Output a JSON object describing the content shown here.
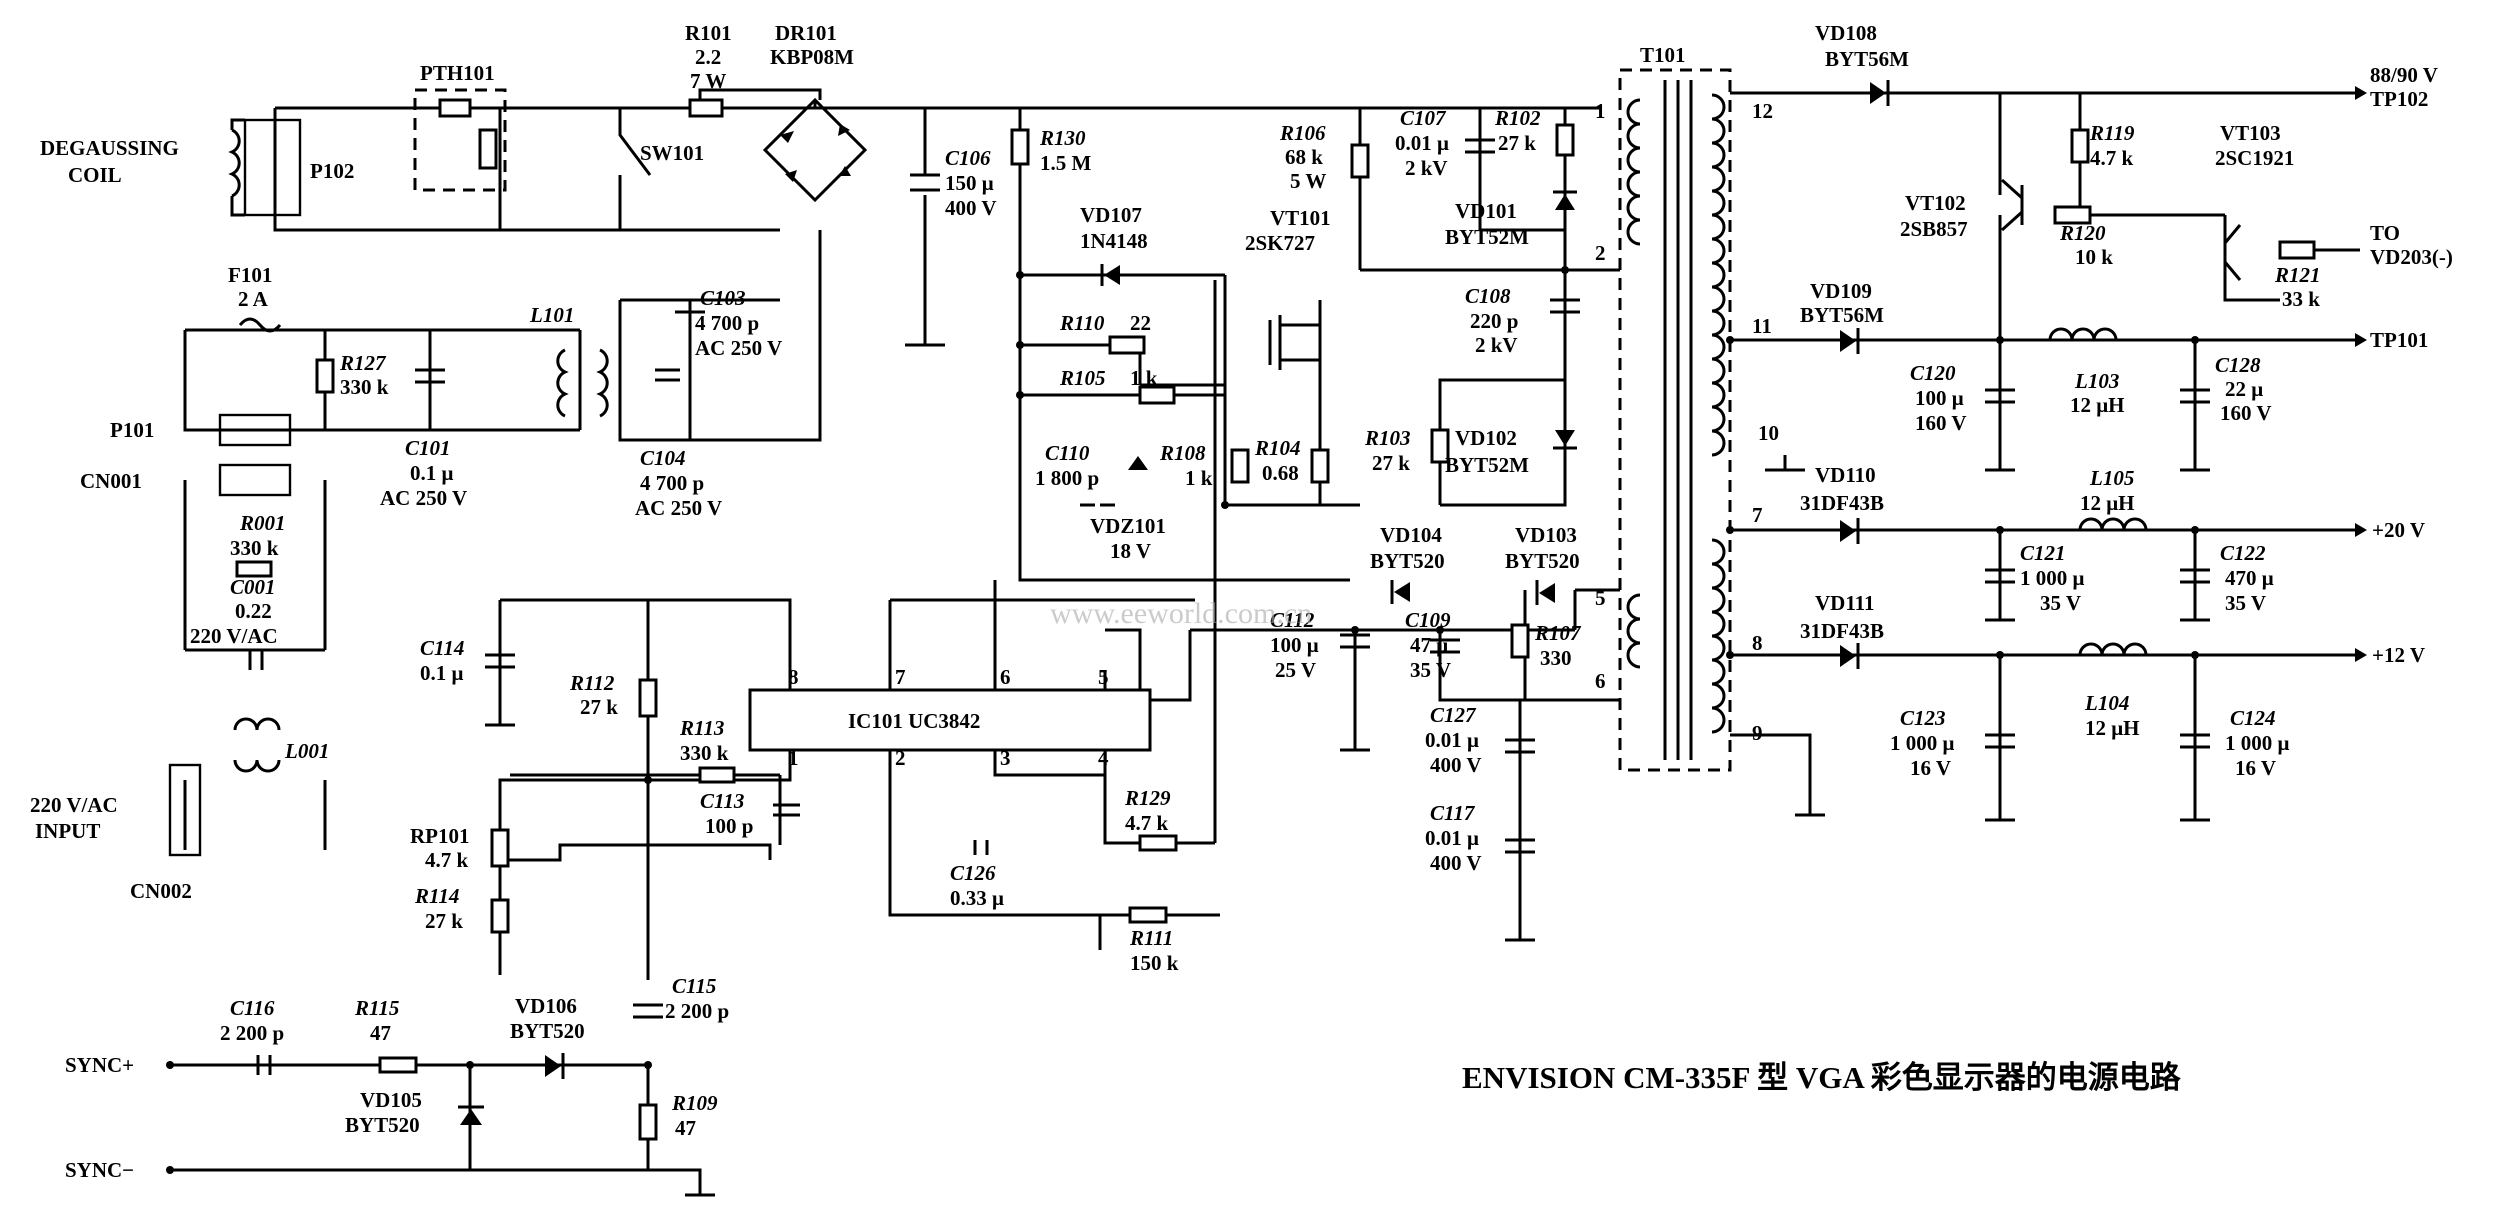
{
  "caption": "ENVISION CM-335F 型 VGA 彩色显示器的电源电路",
  "watermark": "www.eeworld.com.cn",
  "labels": {
    "degaussing": [
      "DEGAUSSING",
      "COIL"
    ],
    "p102": "P102",
    "pth101": "PTH101",
    "r101": [
      "R101",
      "2.2",
      "7 W"
    ],
    "dr101": [
      "DR101",
      "KBP08M"
    ],
    "sw101": "SW101",
    "c106": [
      "C106",
      "150 μ",
      "400 V"
    ],
    "r130": [
      "R130",
      "1.5 M"
    ],
    "r106": [
      "R106",
      "68 k",
      "5 W"
    ],
    "c107": [
      "C107",
      "0.01 μ",
      "2 kV"
    ],
    "r102": [
      "R102",
      "27 k"
    ],
    "t101": "T101",
    "vd108": [
      "VD108",
      "BYT56M"
    ],
    "out_8890": [
      "88/90 V",
      "TP102"
    ],
    "r119": [
      "R119",
      "4.7 k"
    ],
    "vt103": [
      "VT103",
      "2SC1921"
    ],
    "vt102": [
      "VT102",
      "2SB857"
    ],
    "r120": [
      "R120",
      "10 k"
    ],
    "r121": [
      "R121",
      "33 k"
    ],
    "to_vd203": [
      "TO",
      "VD203(-)"
    ],
    "vd107": [
      "VD107",
      "1N4148"
    ],
    "vt101": [
      "VT101",
      "2SK727"
    ],
    "vd101": [
      "VD101",
      "BYT52M"
    ],
    "f101": [
      "F101",
      "2 A"
    ],
    "r127": [
      "R127",
      "330 k"
    ],
    "l101": "L101",
    "c103": [
      "C103",
      "4 700 p",
      "AC 250 V"
    ],
    "r110": [
      "R110",
      "22"
    ],
    "r105": [
      "R105",
      "1 k"
    ],
    "c108": [
      "C108",
      "220 p",
      "2 kV"
    ],
    "vd109": [
      "VD109",
      "BYT56M"
    ],
    "tp101": "TP101",
    "l103": [
      "L103",
      "12 μH"
    ],
    "c128": [
      "C128",
      "22 μ",
      "160 V"
    ],
    "c120": [
      "C120",
      "100 μ",
      "160 V"
    ],
    "p101": "P101",
    "c101": [
      "C101",
      "0.1 μ",
      "AC 250 V"
    ],
    "c104": [
      "C104",
      "4 700 p",
      "AC 250 V"
    ],
    "c110": [
      "C110",
      "1 800 p"
    ],
    "r108": [
      "R108",
      "1 k"
    ],
    "r104": [
      "R104",
      "0.68"
    ],
    "r103": [
      "R103",
      "27 k"
    ],
    "vd102": [
      "VD102",
      "BYT52M"
    ],
    "cn001": "CN001",
    "r001": [
      "R001",
      "330 k"
    ],
    "c001": [
      "C001",
      "0.22",
      "220 V/AC"
    ],
    "vdz101": [
      "VDZ101",
      "18 V"
    ],
    "vd110": [
      "VD110",
      "31DF43B"
    ],
    "l105": [
      "L105",
      "12 μH"
    ],
    "out_20": "+20 V",
    "vd104": [
      "VD104",
      "BYT520"
    ],
    "vd103": [
      "VD103",
      "BYT520"
    ],
    "c121": [
      "C121",
      "1 000 μ",
      "35 V"
    ],
    "c122": [
      "C122",
      "470 μ",
      "35 V"
    ],
    "vd111": [
      "VD111",
      "31DF43B"
    ],
    "out_12": "+12 V",
    "c114": [
      "C114",
      "0.1 μ"
    ],
    "r112": [
      "R112",
      "27 k"
    ],
    "c112": [
      "C112",
      "100 μ",
      "25 V"
    ],
    "c109": [
      "C109",
      "47 μ",
      "35 V"
    ],
    "r107": [
      "R107",
      "330"
    ],
    "ic101": "IC101 UC3842",
    "l004": "L001",
    "r113": [
      "R113",
      "330 k"
    ],
    "c113": [
      "C113",
      "100 p"
    ],
    "input": [
      "220 V/AC",
      "INPUT"
    ],
    "cn002": "CN002",
    "c127": [
      "C127",
      "0.01 μ",
      "400 V"
    ],
    "c123": [
      "C123",
      "1 000 μ",
      "16 V"
    ],
    "l104": [
      "L104",
      "12 μH"
    ],
    "c124": [
      "C124",
      "1 000 μ",
      "16 V"
    ],
    "rp101": [
      "RP101",
      "4.7 k"
    ],
    "r114": [
      "R114",
      "27 k"
    ],
    "r129": [
      "R129",
      "4.7 k"
    ],
    "c126": [
      "C126",
      "0.33 μ"
    ],
    "r111": [
      "R111",
      "150 k"
    ],
    "c117": [
      "C117",
      "0.01 μ",
      "400 V"
    ],
    "c116": [
      "C116",
      "2 200 p"
    ],
    "r115": [
      "R115",
      "47"
    ],
    "vd106": [
      "VD106",
      "BYT520"
    ],
    "c115": [
      "C115",
      "2 200 p"
    ],
    "vd105": [
      "VD105",
      "BYT520"
    ],
    "r109": [
      "R109",
      "47"
    ],
    "sync_p": "SYNC+",
    "sync_n": "SYNC−",
    "pins": [
      "1",
      "2",
      "3",
      "4",
      "5",
      "6",
      "7",
      "8"
    ],
    "t_pins": [
      "1",
      "2",
      "5",
      "6",
      "12",
      "11",
      "10",
      "7",
      "8",
      "9"
    ]
  }
}
